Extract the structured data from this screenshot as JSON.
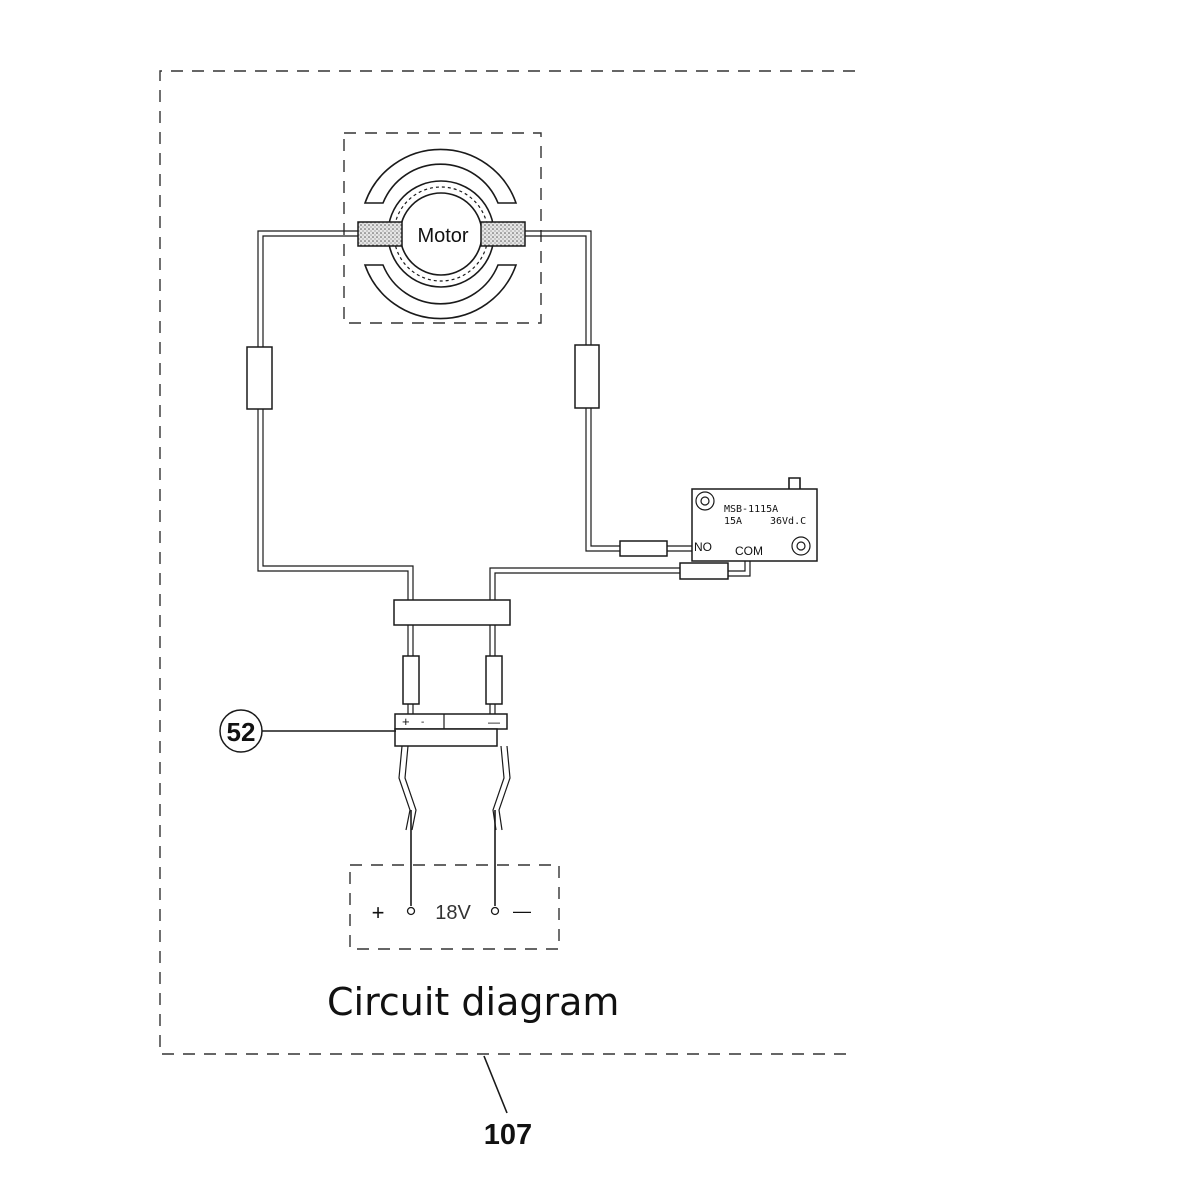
{
  "diagram": {
    "motor_label": "Motor",
    "switch": {
      "model": "MSB-1115A",
      "current": "15A",
      "voltage": "36Vd.C",
      "terminal_no": "NO",
      "terminal_com": "COM"
    },
    "terminal_block": {
      "plus": "+",
      "dash": "-",
      "minus": "—"
    },
    "battery": {
      "plus": "+",
      "voltage": "18V",
      "minus": "—"
    },
    "callouts": {
      "part_52": "52",
      "part_107": "107"
    },
    "caption": "Circuit diagram"
  }
}
